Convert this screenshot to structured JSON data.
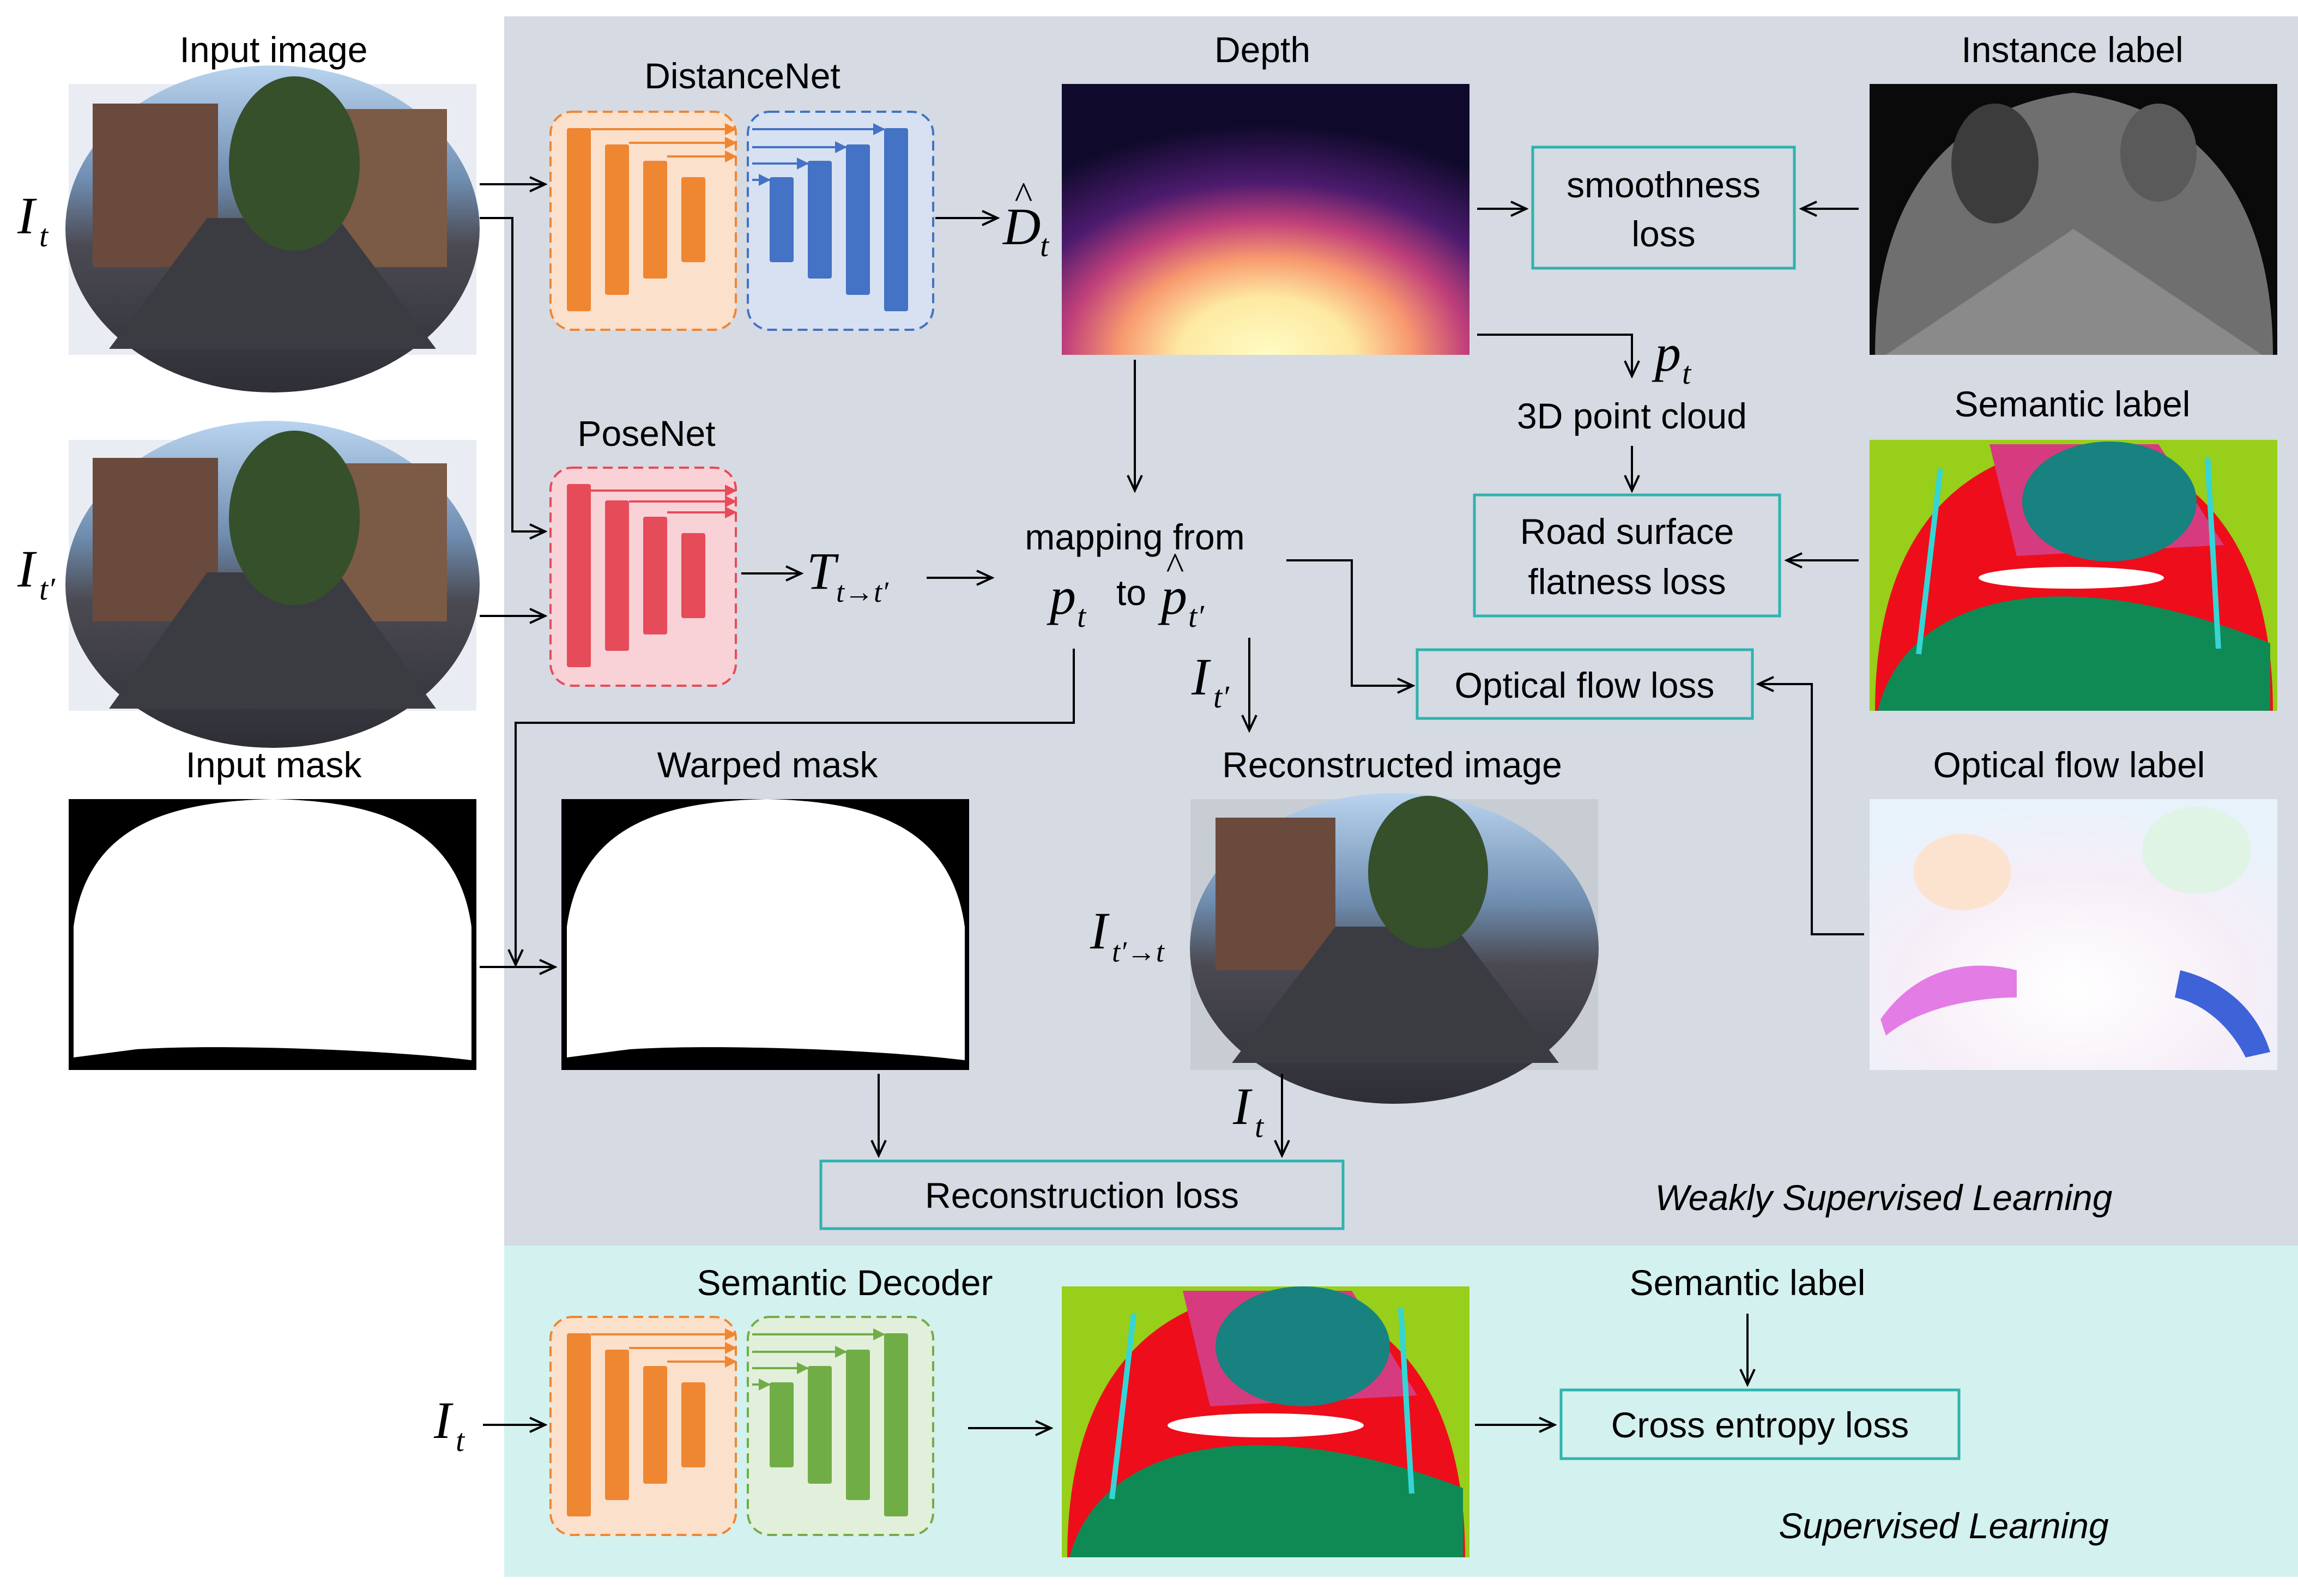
{
  "captions": {
    "input_image": "Input image",
    "distancenet": "DistanceNet",
    "depth": "Depth",
    "instance_label": "Instance label",
    "posenet": "PoseNet",
    "semantic_label_top": "Semantic label",
    "input_mask": "Input mask",
    "warped_mask": "Warped mask",
    "reconstructed_image": "Reconstructed image",
    "optical_flow_label": "Optical flow label",
    "semantic_decoder": "Semantic Decoder",
    "semantic_label_bottom": "Semantic label",
    "point_cloud": "3D point cloud",
    "mapping_line1": "mapping from",
    "mapping_to": "to"
  },
  "losses": {
    "smoothness_1": "smoothness",
    "smoothness_2": "loss",
    "road_1": "Road surface",
    "road_2": "flatness loss",
    "optical_flow": "Optical flow loss",
    "reconstruction": "Reconstruction loss",
    "cross_entropy": "Cross entropy loss"
  },
  "sections": {
    "weakly": "Weakly Supervised Learning",
    "supervised": "Supervised Learning"
  },
  "math": {
    "I": "I",
    "t": "t",
    "t_prime": "t′",
    "D_hat": "D",
    "T": "T",
    "T_sub": "t→t′",
    "p": "p",
    "p_hat": "p",
    "I_recon_sub": "t′→t"
  },
  "colors": {
    "weak_bg": "#d5dae3",
    "sup_bg": "#d3f1ee",
    "loss_border": "#2eb3ad",
    "encoder_orange": "#ef8631",
    "decoder_blue": "#4472c4",
    "pose_red": "#e64b5a",
    "decoder_green": "#70ad47"
  }
}
